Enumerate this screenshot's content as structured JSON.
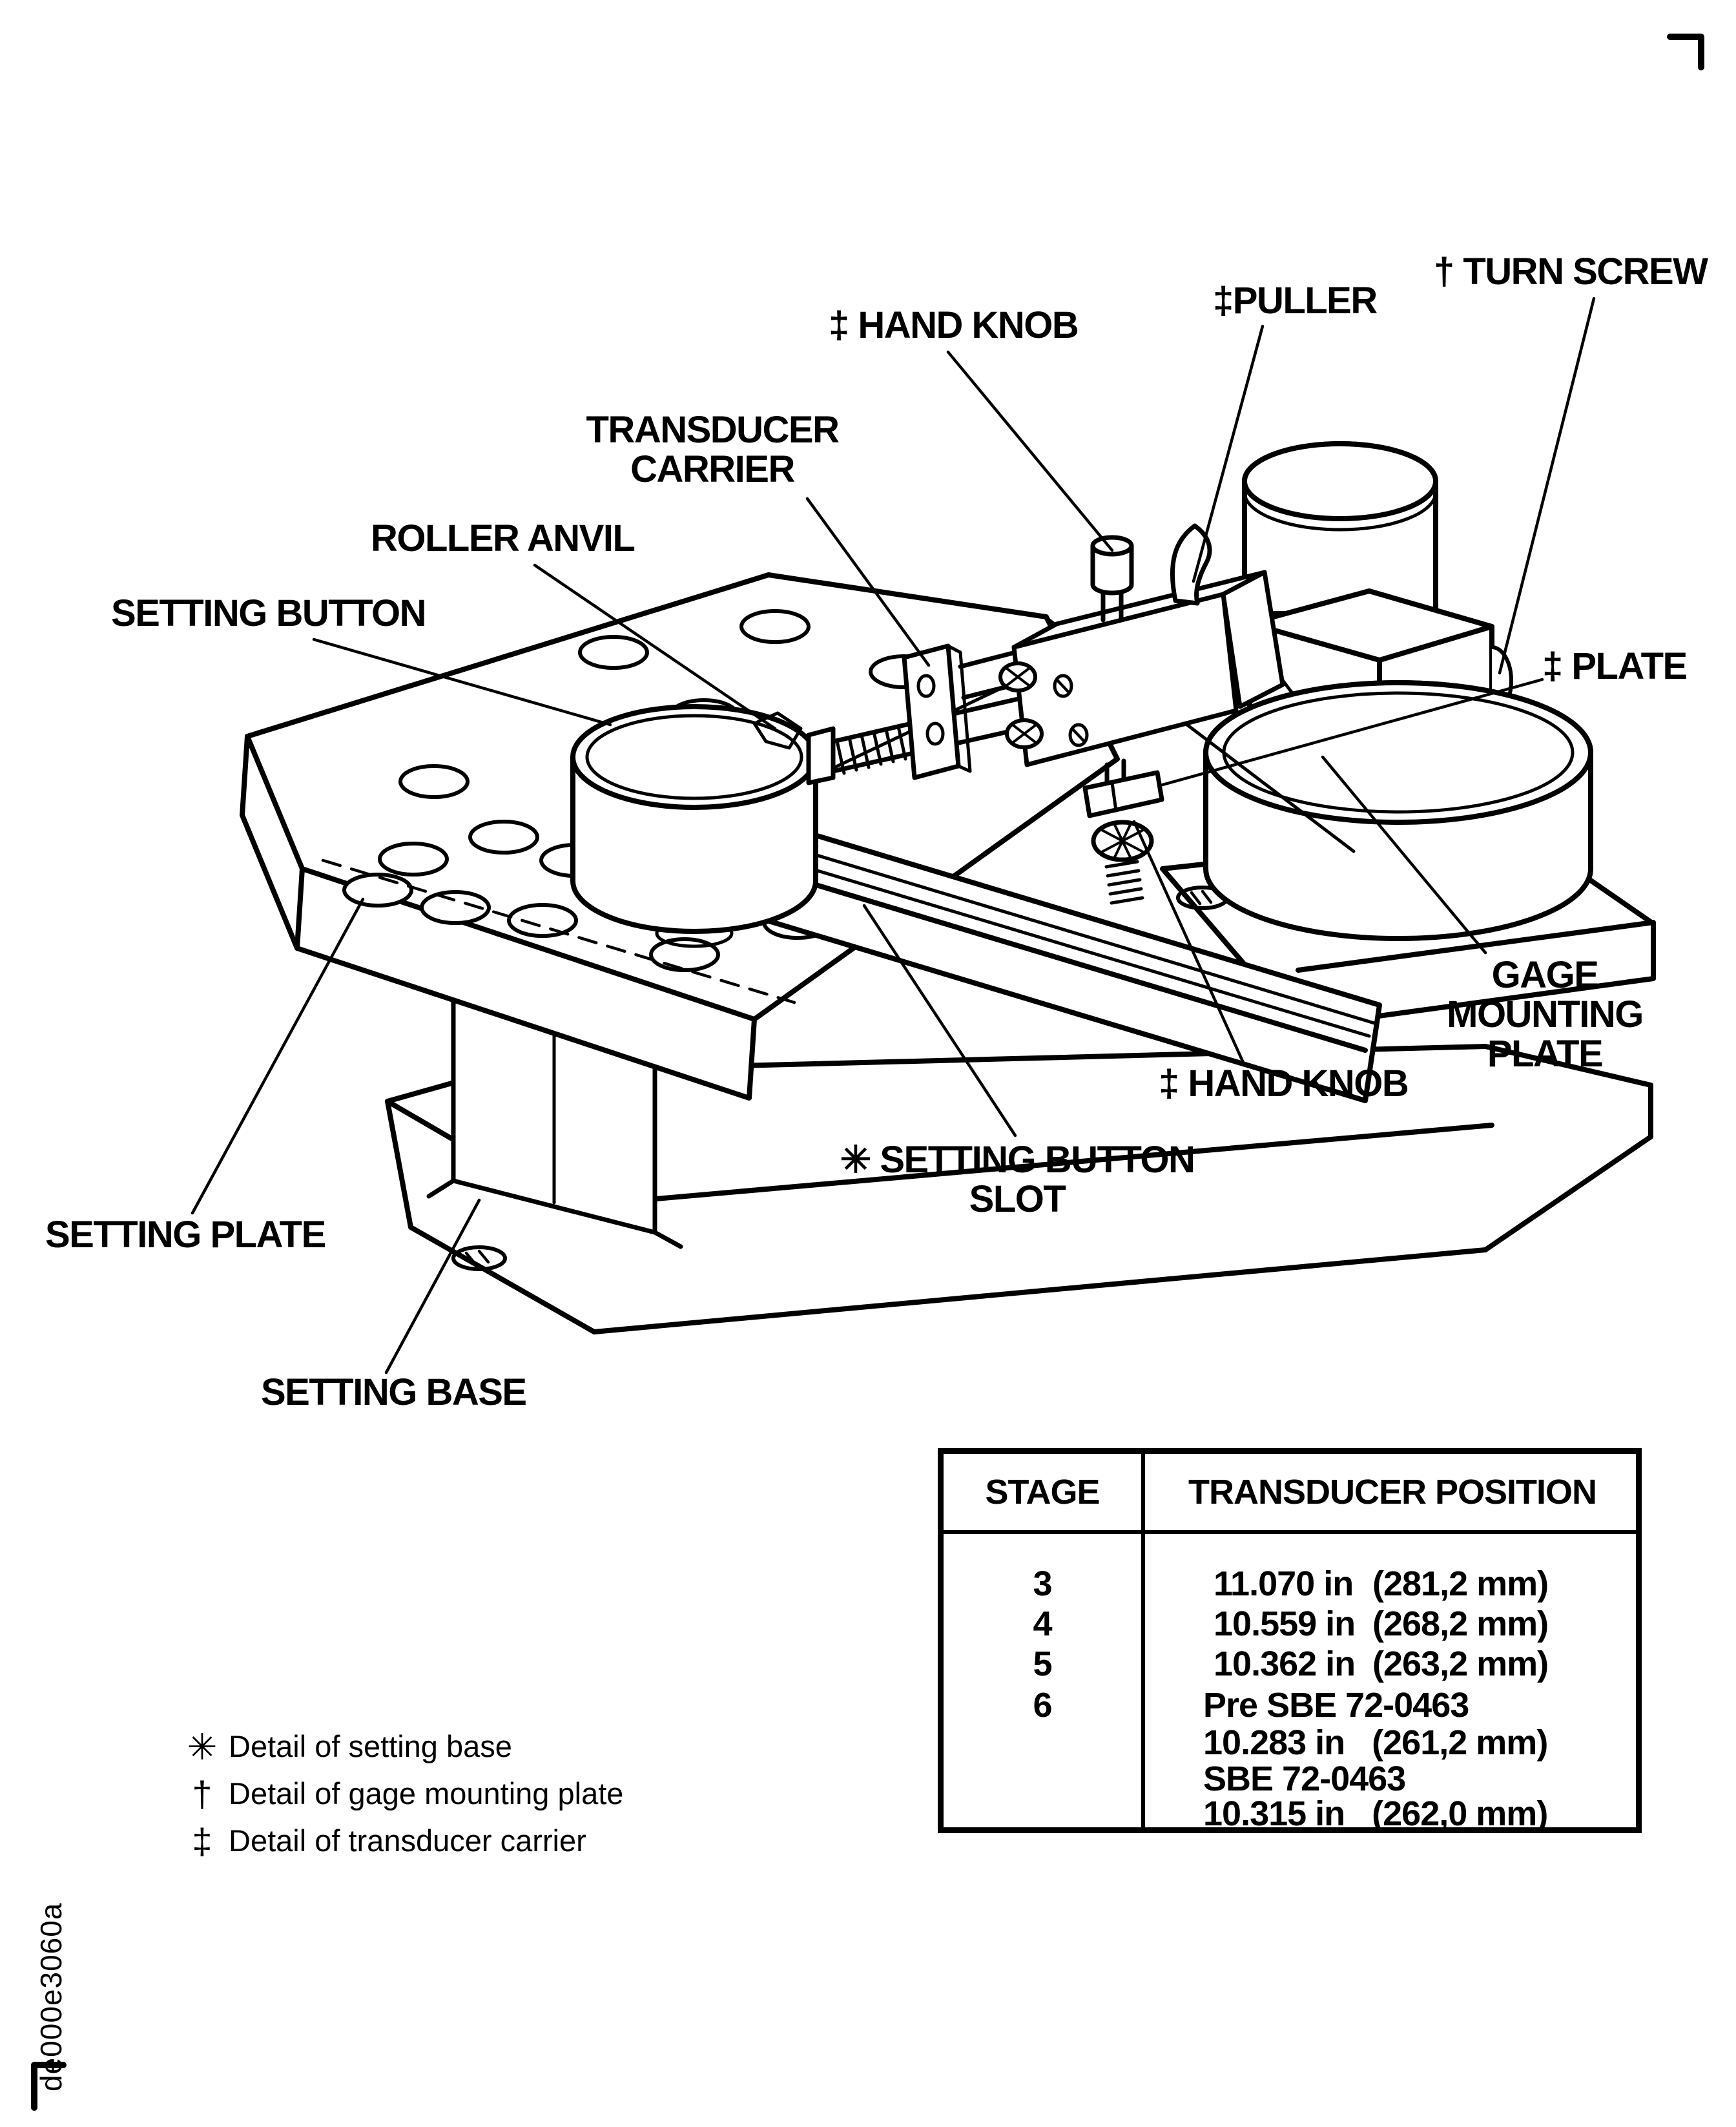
{
  "figure": {
    "drawing_code": "de000e3060a",
    "labels": {
      "hand_knob_top": "‡ HAND KNOB",
      "puller": "‡PULLER",
      "turn_screw": "† TURN SCREW",
      "transducer_carrier": "TRANSDUCER\nCARRIER",
      "roller_anvil": "ROLLER ANVIL",
      "setting_button": "SETTING BUTTON",
      "plate": "‡ PLATE",
      "gage_mounting_plate": "GAGE MOUNTING\nPLATE",
      "hand_knob_bottom": "‡ HAND KNOB",
      "setting_button_slot": "✳ SETTING BUTTON\nSLOT",
      "setting_plate": "SETTING PLATE",
      "setting_base": "SETTING BASE"
    },
    "footnotes": [
      {
        "marker": "✳",
        "text": "Detail of setting base"
      },
      {
        "marker": "†",
        "text": "Detail of gage mounting plate"
      },
      {
        "marker": "‡",
        "text": "Detail of transducer carrier"
      }
    ]
  },
  "table": {
    "headers": {
      "stage": "STAGE",
      "position": "TRANSDUCER POSITION"
    },
    "rows": [
      {
        "stage": "3",
        "in": "11.070 in",
        "mm": "(281,2 mm)"
      },
      {
        "stage": "4",
        "in": "10.559 in",
        "mm": "(268,2 mm)"
      },
      {
        "stage": "5",
        "in": "10.362 in",
        "mm": "(263,2 mm)"
      }
    ],
    "row6": {
      "stage": "6",
      "lines": [
        {
          "label": "Pre SBE 72-0463"
        },
        {
          "in": "10.283 in",
          "mm": "(261,2 mm)"
        },
        {
          "label": "SBE 72-0463"
        },
        {
          "in": "10.315 in",
          "mm": "(262,0 mm)"
        }
      ]
    }
  }
}
